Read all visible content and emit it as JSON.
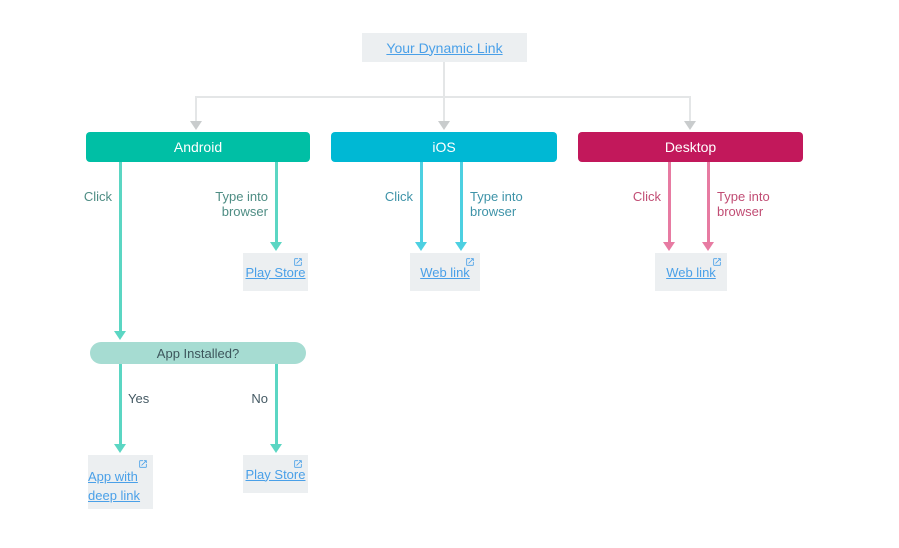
{
  "root": {
    "label": "Your Dynamic Link"
  },
  "android": {
    "header": "Android",
    "click": "Click",
    "type_into_browser": "Type into browser",
    "play_store": "Play Store",
    "decision": "App Installed?",
    "yes": "Yes",
    "no": "No",
    "app_with_deep_link": "App with deep link",
    "play_store_no": "Play Store"
  },
  "ios": {
    "header": "iOS",
    "click": "Click",
    "type_into_browser": "Type into browser",
    "web_link": "Web link"
  },
  "desktop": {
    "header": "Desktop",
    "click": "Click",
    "type_into_browser": "Type into browser",
    "web_link": "Web link"
  },
  "colors": {
    "android_header": "#00bfa5",
    "android_arrow": "#5bd6c3",
    "ios_header": "#00b8d4",
    "ios_arrow": "#4dd0e1",
    "desktop_header": "#c2185b",
    "desktop_arrow": "#e77ba2",
    "link_blue": "#4aa0e8",
    "node_background": "#eceff1",
    "decision_background": "#a6dcd2",
    "connector_gray": "#e4e6e7"
  },
  "icons": {
    "external_link": "open-in-new"
  }
}
